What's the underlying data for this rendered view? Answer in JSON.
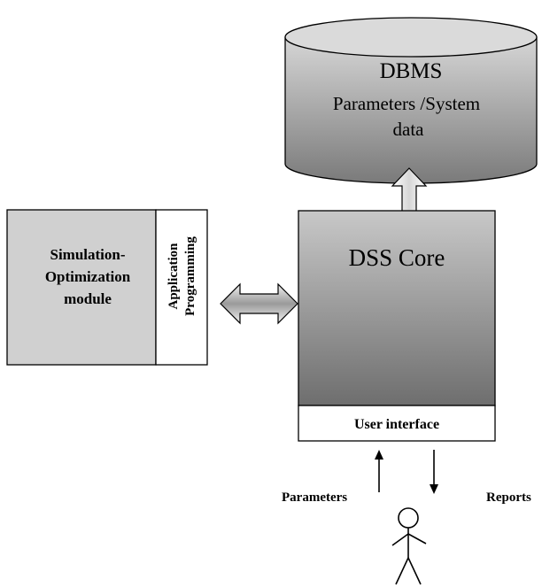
{
  "dbms": {
    "title": "DBMS",
    "line1": "Parameters /System",
    "line2": "data"
  },
  "dss_core": {
    "title": "DSS Core",
    "user_interface": "User interface"
  },
  "simulation": {
    "line1": "Simulation-",
    "line2": "Optimization",
    "line3": "module",
    "api_line1": "Application",
    "api_line2": "Programming"
  },
  "io": {
    "parameters": "Parameters",
    "reports": "Reports"
  },
  "colors": {
    "module_fill": "#d0d0d0",
    "core_top": "#c4c4c4",
    "core_bottom": "#6e6e6e",
    "outline": "#000000"
  }
}
